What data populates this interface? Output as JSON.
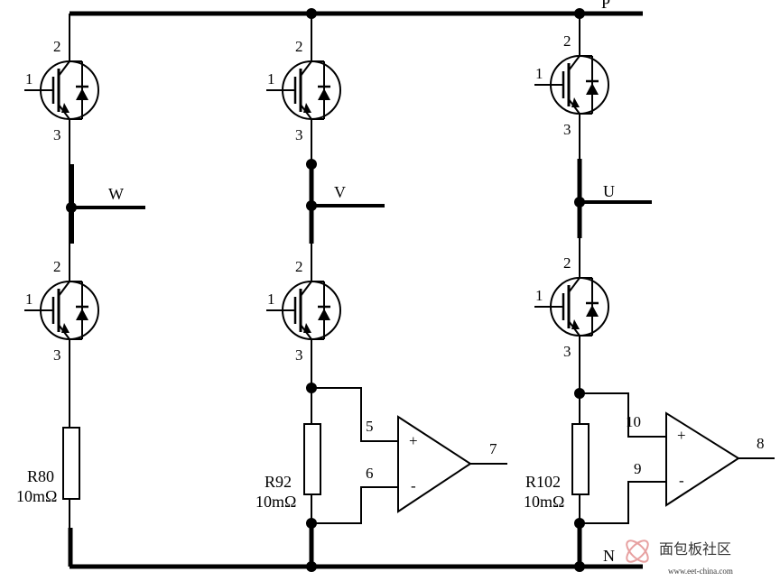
{
  "nodes": {
    "positive_rail": "P",
    "negative_rail": "N"
  },
  "phases": [
    {
      "output_label": "W",
      "shunt_name": "R80",
      "shunt_value": "10mΩ"
    },
    {
      "output_label": "V",
      "shunt_name": "R92",
      "shunt_value": "10mΩ"
    },
    {
      "output_label": "U",
      "shunt_name": "R102",
      "shunt_value": "10mΩ"
    }
  ],
  "transistor_pins": {
    "gate": "1",
    "collector": "2",
    "emitter": "3"
  },
  "amplifiers": [
    {
      "plus_pin": "5",
      "minus_pin": "6",
      "output_pin": "7",
      "plus_sign": "+",
      "minus_sign": "-"
    },
    {
      "plus_pin": "10",
      "minus_pin": "9",
      "output_pin": "8",
      "plus_sign": "+",
      "minus_sign": "-"
    }
  ],
  "watermark": {
    "text": "面包板社区",
    "url": "www.eet-china.com"
  },
  "colors": {
    "ink": "#000000",
    "watermark": "#b8b8b8",
    "background": "#ffffff"
  }
}
